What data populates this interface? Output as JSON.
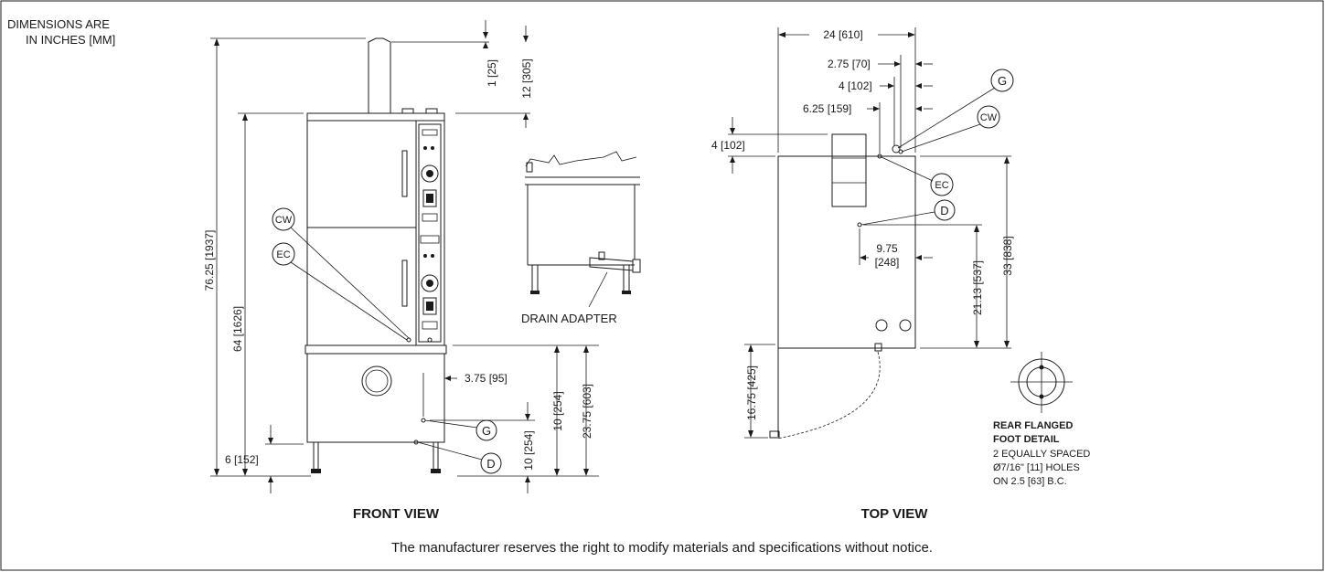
{
  "note": {
    "line1": "DIMENSIONS ARE",
    "line2": "IN INCHES [MM]"
  },
  "views": {
    "front": "FRONT VIEW",
    "top": "TOP VIEW"
  },
  "callouts": {
    "cw": "CW",
    "ec": "EC",
    "g": "G",
    "d": "D"
  },
  "drain_adapter": "DRAIN ADAPTER",
  "front_dims": {
    "d1": "1 [25]",
    "d12": "12 [305]",
    "d76": "76.25 [1937]",
    "d64": "64 [1626]",
    "d3_75": "3.75 [95]",
    "d10a": "10 [254]",
    "d23_75": "23.75 [603]",
    "d10b": "10 [254]",
    "d6": "6 [152]"
  },
  "top_dims": {
    "d24": "24 [610]",
    "d2_75": "2.75 [70]",
    "d4": "4 [102]",
    "d6_25": "6.25 [159]",
    "d4left": "4 [102]",
    "d9_75a": "9.75",
    "d9_75b": "[248]",
    "d21": "21.13 [537]",
    "d33": "33 [838]",
    "d16": "16.75 [425]"
  },
  "foot_detail": {
    "title1": "REAR FLANGED",
    "title2": "FOOT DETAIL",
    "line1": "2 EQUALLY SPACED",
    "line2": "Ø7/16\" [11] HOLES",
    "line3": "ON 2.5 [63] B.C."
  },
  "disclaimer": "The manufacturer reserves the right to modify materials and specifications without notice."
}
